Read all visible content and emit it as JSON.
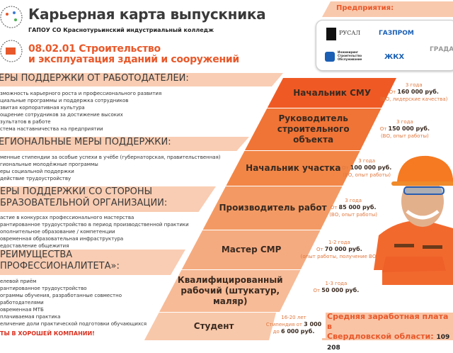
{
  "header": {
    "title": "Карьерная карта выпускника",
    "college": "ГАПОУ СО Краснотурьинский индустриальный колледж",
    "specialty_line1": "08.02.01 Строительство",
    "specialty_line2": "и эксплуатация зданий и сооружений"
  },
  "enterprises": {
    "label": "Предприятия:",
    "logos": [
      "РУСАЛ",
      "ГАЗПРОМ",
      "Инжиниринг Строительство Обслуживание",
      "ЖКХ",
      "ГРАДАР"
    ]
  },
  "sections": [
    {
      "title": "ЕРЫ ПОДДЕРЖКИ ОТ РАБОТОДАТЕЛЕЙ:",
      "items": [
        "зможность карьерного роста и профессионального развития",
        "циальные программы и поддержка сотрудников",
        "звитая корпоративная культура",
        "ощрение сотрудников за достижение высоких",
        "зультатов в работе",
        "стема наставничества на предприятии"
      ]
    },
    {
      "title": "ЕГИОНАЛЬНЫЕ МЕРЫ ПОДДЕРЖКИ:",
      "items": [
        "менные стипендии за особые успехи в учёбе (губернаторская, правительственная)",
        "гиональные молодёжные программы",
        "еры социальной поддержки",
        "действие трудоустройству"
      ]
    },
    {
      "title": "ЕРЫ ПОДДЕРЖКИ СО СТОРОНЫ",
      "title2": "БРАЗОВАТЕЛЬНОЙ ОРГАНИЗАЦИИ:",
      "items": [
        "астие в конкурсах профессионального мастерства",
        "рантированное трудоустройство в период производственной практики",
        "ополнительное образование / компетенции",
        "овременная образовательная инфраструктура",
        "едоставление общежития"
      ]
    },
    {
      "title": "РЕИМУЩЕСТВА",
      "title2": "ПРОФЕССИОНАЛИТЕТА»:",
      "items": [
        "елевой приём",
        "рантированное трудоустройство",
        "ограммы обучения, разработанные совместно",
        "работодателями",
        "овременная МТБ",
        "плачиваемая практика",
        "еличение доли практической подготовки обучающихся"
      ]
    }
  ],
  "final_slogan": "ТЫ В ХОРОШЕЙ КОМПАНИИ!",
  "career": [
    {
      "position": "Начальник СМУ",
      "years": "3 года",
      "from": "От",
      "salary": "160 000 руб.",
      "req": "(ВО, лидерские качества)"
    },
    {
      "position": "Руководитель строительного объекта",
      "years": "3 года",
      "from": "От",
      "salary": "150 000  руб.",
      "req": "(ВО, опыт работы)"
    },
    {
      "position": "Начальник участка",
      "years": "3 года",
      "from": "От",
      "salary": "100 000 руб.",
      "req": "(ВО, опыт работы)"
    },
    {
      "position": "Производитель работ",
      "years": "3 года",
      "from": "От",
      "salary": "85 000 руб.",
      "req": "(ВО, опыт работы)"
    },
    {
      "position": "Мастер СМР",
      "years": "1-2 года",
      "from": "От",
      "salary": "70 000 руб.",
      "req": "(опыт работы, получение ВО)"
    },
    {
      "position": "Квалифицированный рабочий (штукатур, маляр)",
      "years": "1-3 года",
      "from": "От",
      "salary": "50 000 руб.",
      "req": ""
    },
    {
      "position": "Студент",
      "years": "16-20 лет",
      "from": "Стипендия от",
      "salary": "3 000",
      "req2": "до",
      "salary2": "6 000 руб."
    }
  ],
  "average_salary": {
    "label_line1": "Средняя заработная плата в",
    "label_line2": "Свердловской области:",
    "value": "109 208"
  },
  "colors": {
    "accent": "#e8582a",
    "band": "#f9cdb3",
    "rows": [
      "#ef5a24",
      "#f07436",
      "#f28647",
      "#f39a64",
      "#f5ab80",
      "#f7bb97",
      "#f8c8aa"
    ]
  }
}
